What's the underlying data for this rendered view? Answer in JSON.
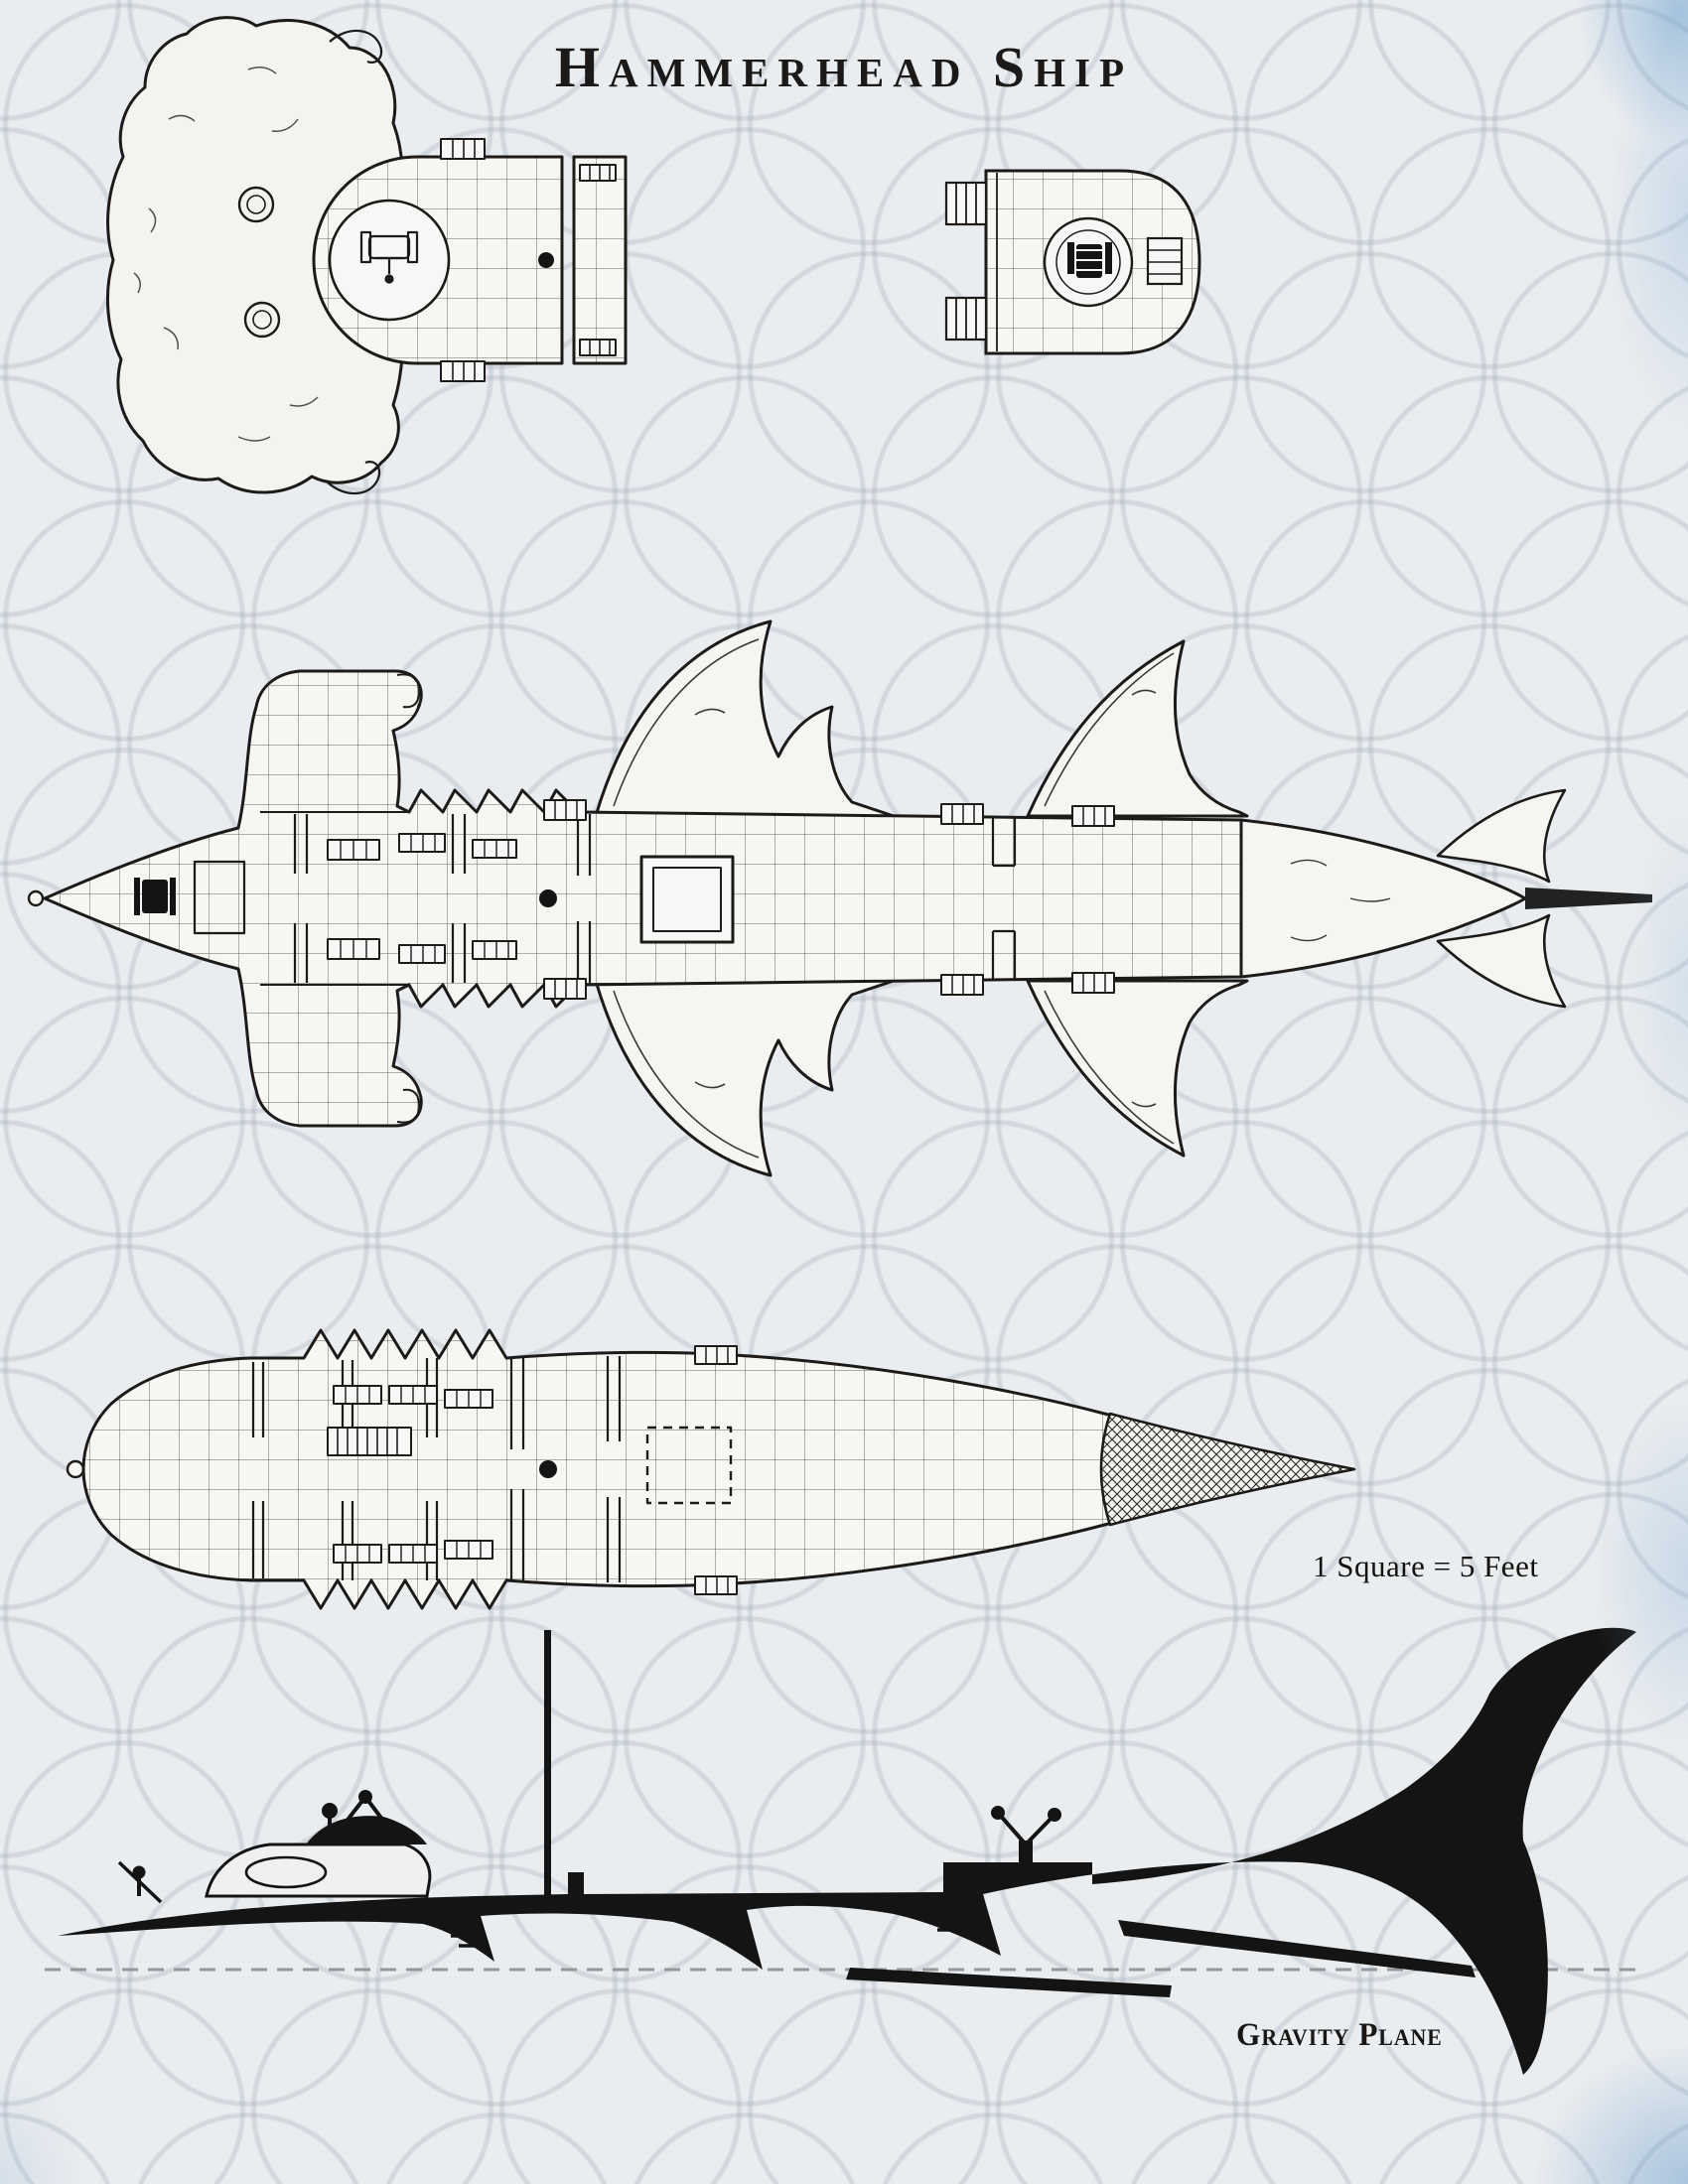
{
  "page": {
    "title": "Hammerhead Ship",
    "scale_note": "1 Square = 5 Feet",
    "gravity_plane_label": "Gravity Plane"
  },
  "colors": {
    "background": "#eaedf0",
    "ink": "#1c1b19",
    "silhouette": "#141414",
    "grid_line": "#5f5a54",
    "watercolor_accent": "#6ca0ce",
    "gravity_line": "#93989d"
  },
  "view_names": [
    "bow-top-view",
    "helm-deck-view",
    "main-deck-plan",
    "lower-deck-plan",
    "side-profile-silhouette"
  ]
}
